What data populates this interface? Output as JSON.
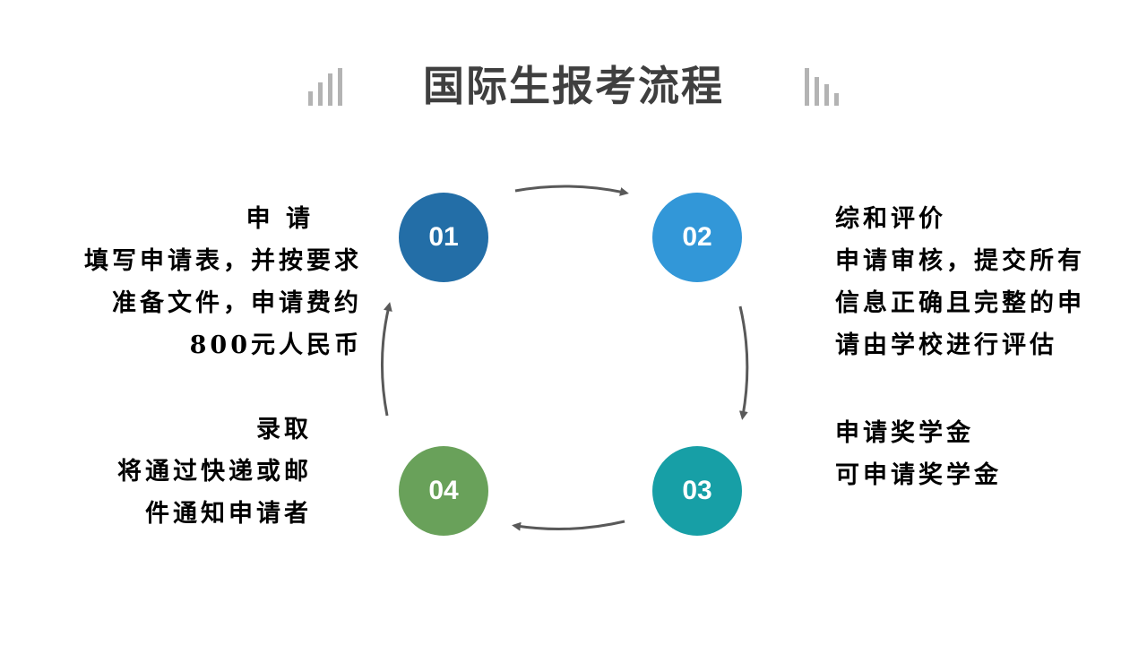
{
  "title": "国际生报考流程",
  "colors": {
    "title": "#3f3f3f",
    "deco_bars": "#b3b3b3",
    "arrow": "#595959",
    "text": "#000000"
  },
  "decorations": {
    "left_bars_icon": "bar-chart-icon",
    "right_bars_icon": "bar-chart-icon"
  },
  "steps": [
    {
      "number": "01",
      "color": "#236ea7",
      "heading": "申 请",
      "lines": [
        "填写申请表，并按要求",
        "准备文件，申请费约",
        "800元人民币"
      ]
    },
    {
      "number": "02",
      "color": "#3297d8",
      "heading": "综和评价",
      "lines": [
        "申请审核，提交所有",
        "信息正确且完整的申",
        "请由学校进行评估"
      ]
    },
    {
      "number": "03",
      "color": "#179fa6",
      "heading": "申请奖学金",
      "lines": [
        "可申请奖学金"
      ]
    },
    {
      "number": "04",
      "color": "#69a15a",
      "heading": "录取",
      "lines": [
        "将通过快递或邮",
        "件通知申请者"
      ]
    }
  ]
}
